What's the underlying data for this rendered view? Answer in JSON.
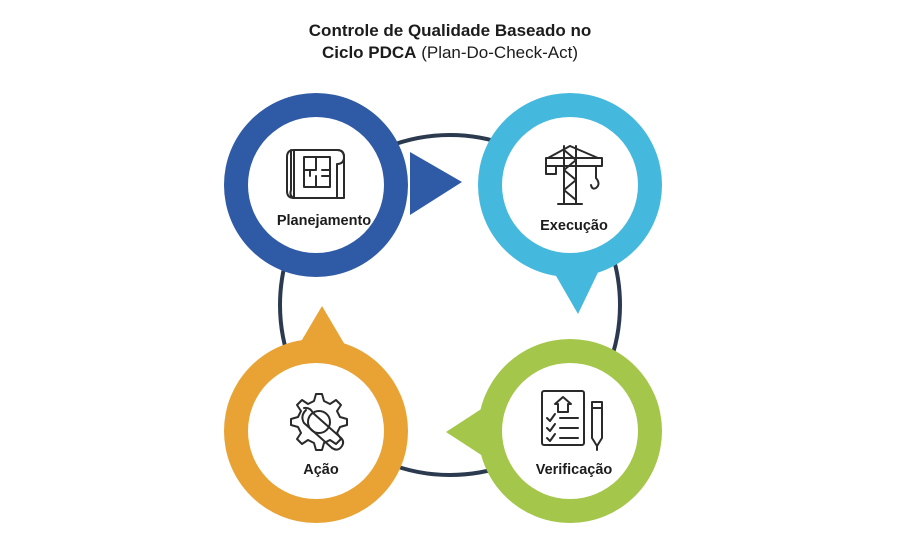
{
  "title": {
    "line1": "Controle de Qualidade Baseado no",
    "line2_bold": "Ciclo PDCA",
    "line2_light": "(Plan-Do-Check-Act)"
  },
  "steps": [
    {
      "label": "Planejamento",
      "icon": "blueprint-icon",
      "color": "#2f5aa6"
    },
    {
      "label": "Execução",
      "icon": "crane-icon",
      "color": "#45b8de"
    },
    {
      "label": "Verificação",
      "icon": "checklist-icon",
      "color": "#a4c64a"
    },
    {
      "label": "Ação",
      "icon": "gear-wrench-icon",
      "color": "#e8a334"
    }
  ],
  "colors": {
    "ring": "#2b3a4e",
    "icon_stroke": "#2a2a2a",
    "text": "#1c1c1c"
  }
}
